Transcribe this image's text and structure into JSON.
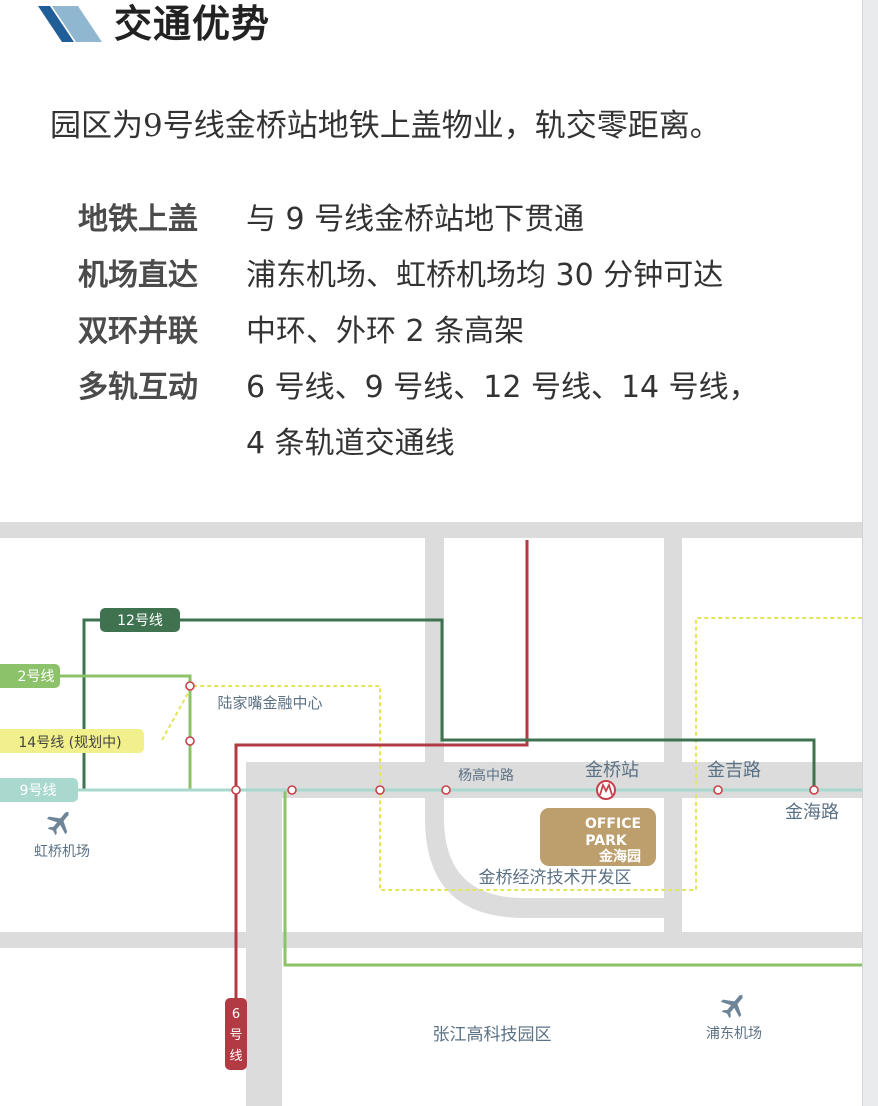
{
  "header": {
    "title": "交通优势"
  },
  "intro": "园区为9号线金桥站地铁上盖物业，轨交零距离。",
  "features": [
    {
      "label": "地铁上盖",
      "value": "与 9 号线金桥站地下贯通"
    },
    {
      "label": "机场直达",
      "value": "浦东机场、虹桥机场均 30 分钟可达"
    },
    {
      "label": "双环并联",
      "value": "中环、外环 2 条高架"
    },
    {
      "label": "多轨互动",
      "value": "6 号线、9 号线、12 号线、14 号线，",
      "value2": "4 条轨道交通线"
    }
  ],
  "map": {
    "lines": {
      "line12": "12号线",
      "line2": "2号线",
      "line14": "14号线 (规划中)",
      "line9": "9号线",
      "line6": [
        "6",
        "号",
        "线"
      ]
    },
    "stations": {
      "lujiazui": "陆家嘴金融中心",
      "yanggao": "杨高中路",
      "jinqiao": "金桥站",
      "jinji": "金吉路",
      "jinhai": "金海路"
    },
    "places": {
      "hongqiao_airport": "虹桥机场",
      "pudong_airport": "浦东机场",
      "jinqiao_zone": "金桥经济技术开发区",
      "zhangjiang": "张江高科技园区"
    },
    "logo": {
      "line1": "OFFICE",
      "line2": "PARK",
      "line3": "金海园"
    },
    "colors": {
      "line12": "#3f7350",
      "line2": "#8cc26a",
      "line14": "#e5e55a",
      "line9": "#a9d8cf",
      "line6": "#b23a42",
      "road": "#dcdcdc",
      "logo": "#bc9f6c",
      "label_text": "#5b7184"
    },
    "icons": [
      "airplane-icon",
      "metro-icon"
    ]
  }
}
